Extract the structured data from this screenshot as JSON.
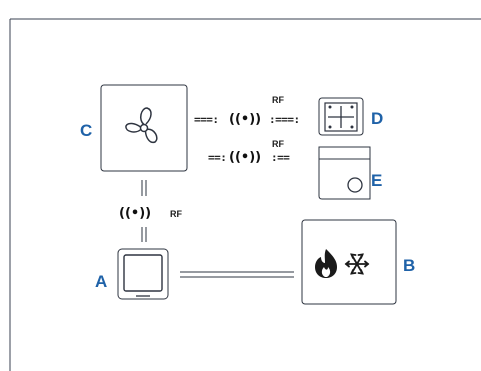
{
  "labels": {
    "a": "A",
    "b": "B",
    "c": "C",
    "d": "D",
    "e": "E"
  },
  "rf": {
    "top": "RF",
    "middle": "RF",
    "vertical": "RF"
  },
  "links": {
    "top_left_dashes": "===:",
    "top_right_dashes": ":===:",
    "middle_left_dashes": "==:",
    "middle_right_dashes": ":==",
    "wireless_symbol": "((•))"
  },
  "colors": {
    "label": "#1f62a8",
    "line": "#2e3440",
    "frame": "#3a4250"
  },
  "icons": {
    "c": "fan-icon",
    "d": "room-sensor-icon",
    "e": "controller-unit-icon",
    "a": "thermostat-icon",
    "b": "heat-cool-icon"
  }
}
